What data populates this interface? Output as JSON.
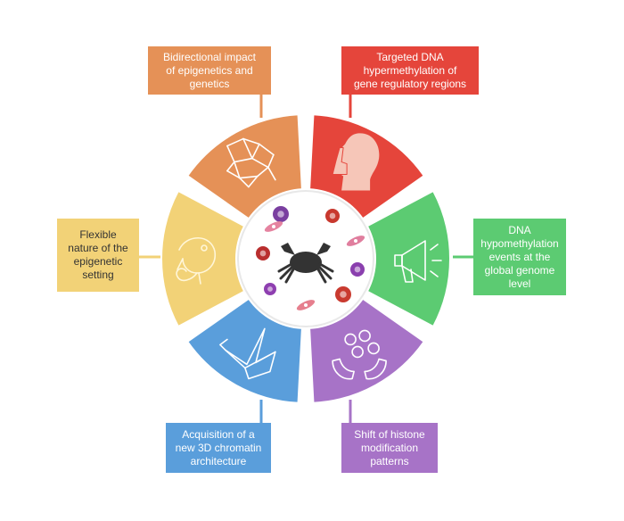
{
  "center_icon": "crab-icon",
  "center_cells": [
    "red-cell-icon",
    "purple-cell-icon",
    "pink-cell-icon"
  ],
  "segments": [
    {
      "id": "bidirectional",
      "icon": "network-icon",
      "color": "#E59157",
      "label": "Bidirectional impact\nof epigenetics and\ngenetics"
    },
    {
      "id": "targeted",
      "icon": "silent-face-icon",
      "color": "#E5453B",
      "label": "Targeted DNA\nhypermethylation of\ngene regulatory regions"
    },
    {
      "id": "hypomethylation",
      "icon": "megaphone-icon",
      "color": "#5CCB72",
      "label": "DNA\nhypomethylation\nevents at the\nglobal genome\nlevel"
    },
    {
      "id": "histone",
      "icon": "juggling-hands-icon",
      "color": "#A773C7",
      "label": "Shift of histone\nmodification\npatterns"
    },
    {
      "id": "chromatin",
      "icon": "origami-crane-icon",
      "color": "#5A9EDB",
      "label": "Acquisition of a\nnew 3D chromatin\narchitecture"
    },
    {
      "id": "flexible",
      "icon": "chameleon-icon",
      "color": "#F2D277",
      "label": "Flexible\nnature of the\nepigenetic\nsetting"
    }
  ]
}
